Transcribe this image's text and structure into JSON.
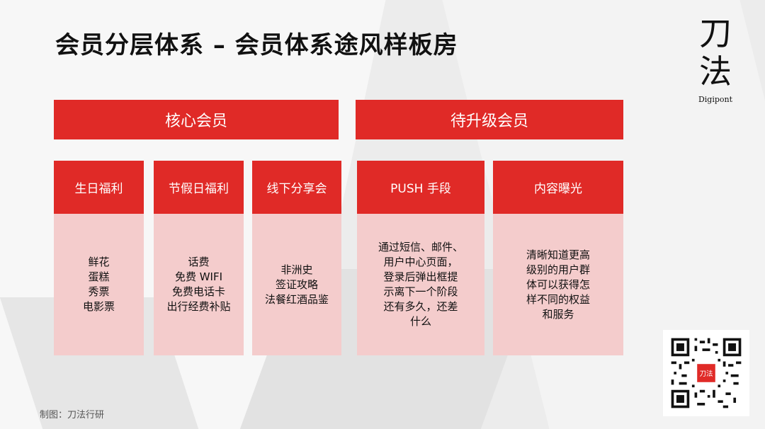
{
  "title": "会员分层体系 – 会员体系途风样板房",
  "logo": {
    "char1": "刀",
    "char2": "法",
    "sub": "Digipont"
  },
  "groups": [
    {
      "header": "核心会员",
      "cards": [
        {
          "title": "生日福利",
          "lines": [
            "鲜花",
            "蛋糕",
            "秀票",
            "电影票"
          ]
        },
        {
          "title": "节假日福利",
          "lines": [
            "话费",
            "免费 WIFI",
            "免费电话卡",
            "出行经费补贴"
          ]
        },
        {
          "title": "线下分享会",
          "lines": [
            "非洲史",
            "签证攻略",
            "法餐红酒品鉴"
          ]
        }
      ]
    },
    {
      "header": "待升级会员",
      "cards": [
        {
          "title": "PUSH 手段",
          "lines": [
            "通过短信、邮件、",
            "用户中心页面，",
            "登录后弹出框提",
            "示离下一个阶段",
            "还有多久，还差",
            "什么"
          ]
        },
        {
          "title": "内容曝光",
          "lines": [
            "清晰知道更高",
            "级别的用户群",
            "体可以获得怎",
            "样不同的权益",
            "和服务"
          ]
        }
      ]
    }
  ],
  "qr_center": "刀法",
  "footer": "制图：刀法行研",
  "colors": {
    "accent": "#e02a27",
    "card_body": "#f4cccc",
    "background": "#ececec"
  }
}
